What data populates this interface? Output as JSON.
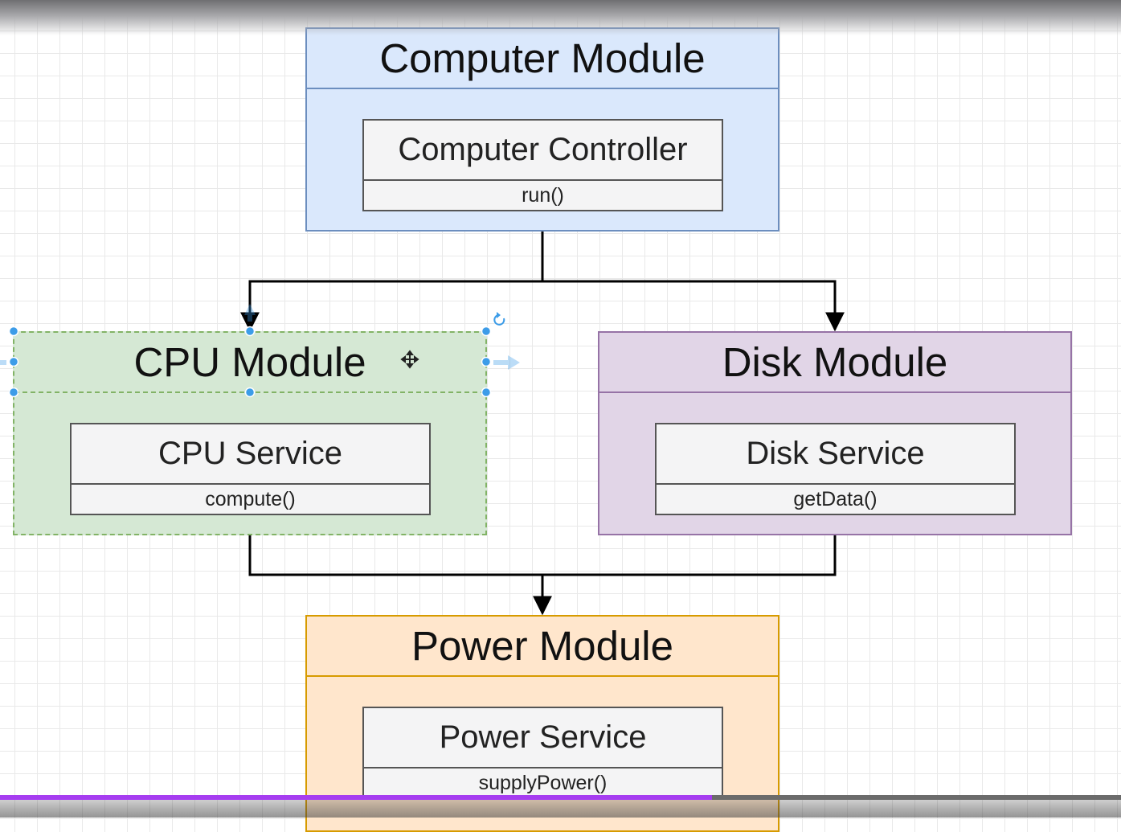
{
  "modules": {
    "computer": {
      "title": "Computer Module",
      "service": "Computer Controller",
      "method": "run()"
    },
    "cpu": {
      "title": "CPU Module",
      "service": "CPU Service",
      "method": "compute()"
    },
    "disk": {
      "title": "Disk Module",
      "service": "Disk Service",
      "method": "getData()"
    },
    "power": {
      "title": "Power Module",
      "service": "Power Service",
      "method": "supplyPower()"
    }
  },
  "colors": {
    "computer_fill": "#dae8fc",
    "computer_stroke": "#6c8ebf",
    "cpu_fill": "#d5e8d4",
    "cpu_stroke": "#82b366",
    "disk_fill": "#e1d5e7",
    "disk_stroke": "#9673a6",
    "power_fill": "#ffe6cc",
    "power_stroke": "#d79b00",
    "selection_handle": "#3c9ce8",
    "progress": "#a63df0"
  },
  "selected_module": "cpu",
  "video_progress": 0.635
}
